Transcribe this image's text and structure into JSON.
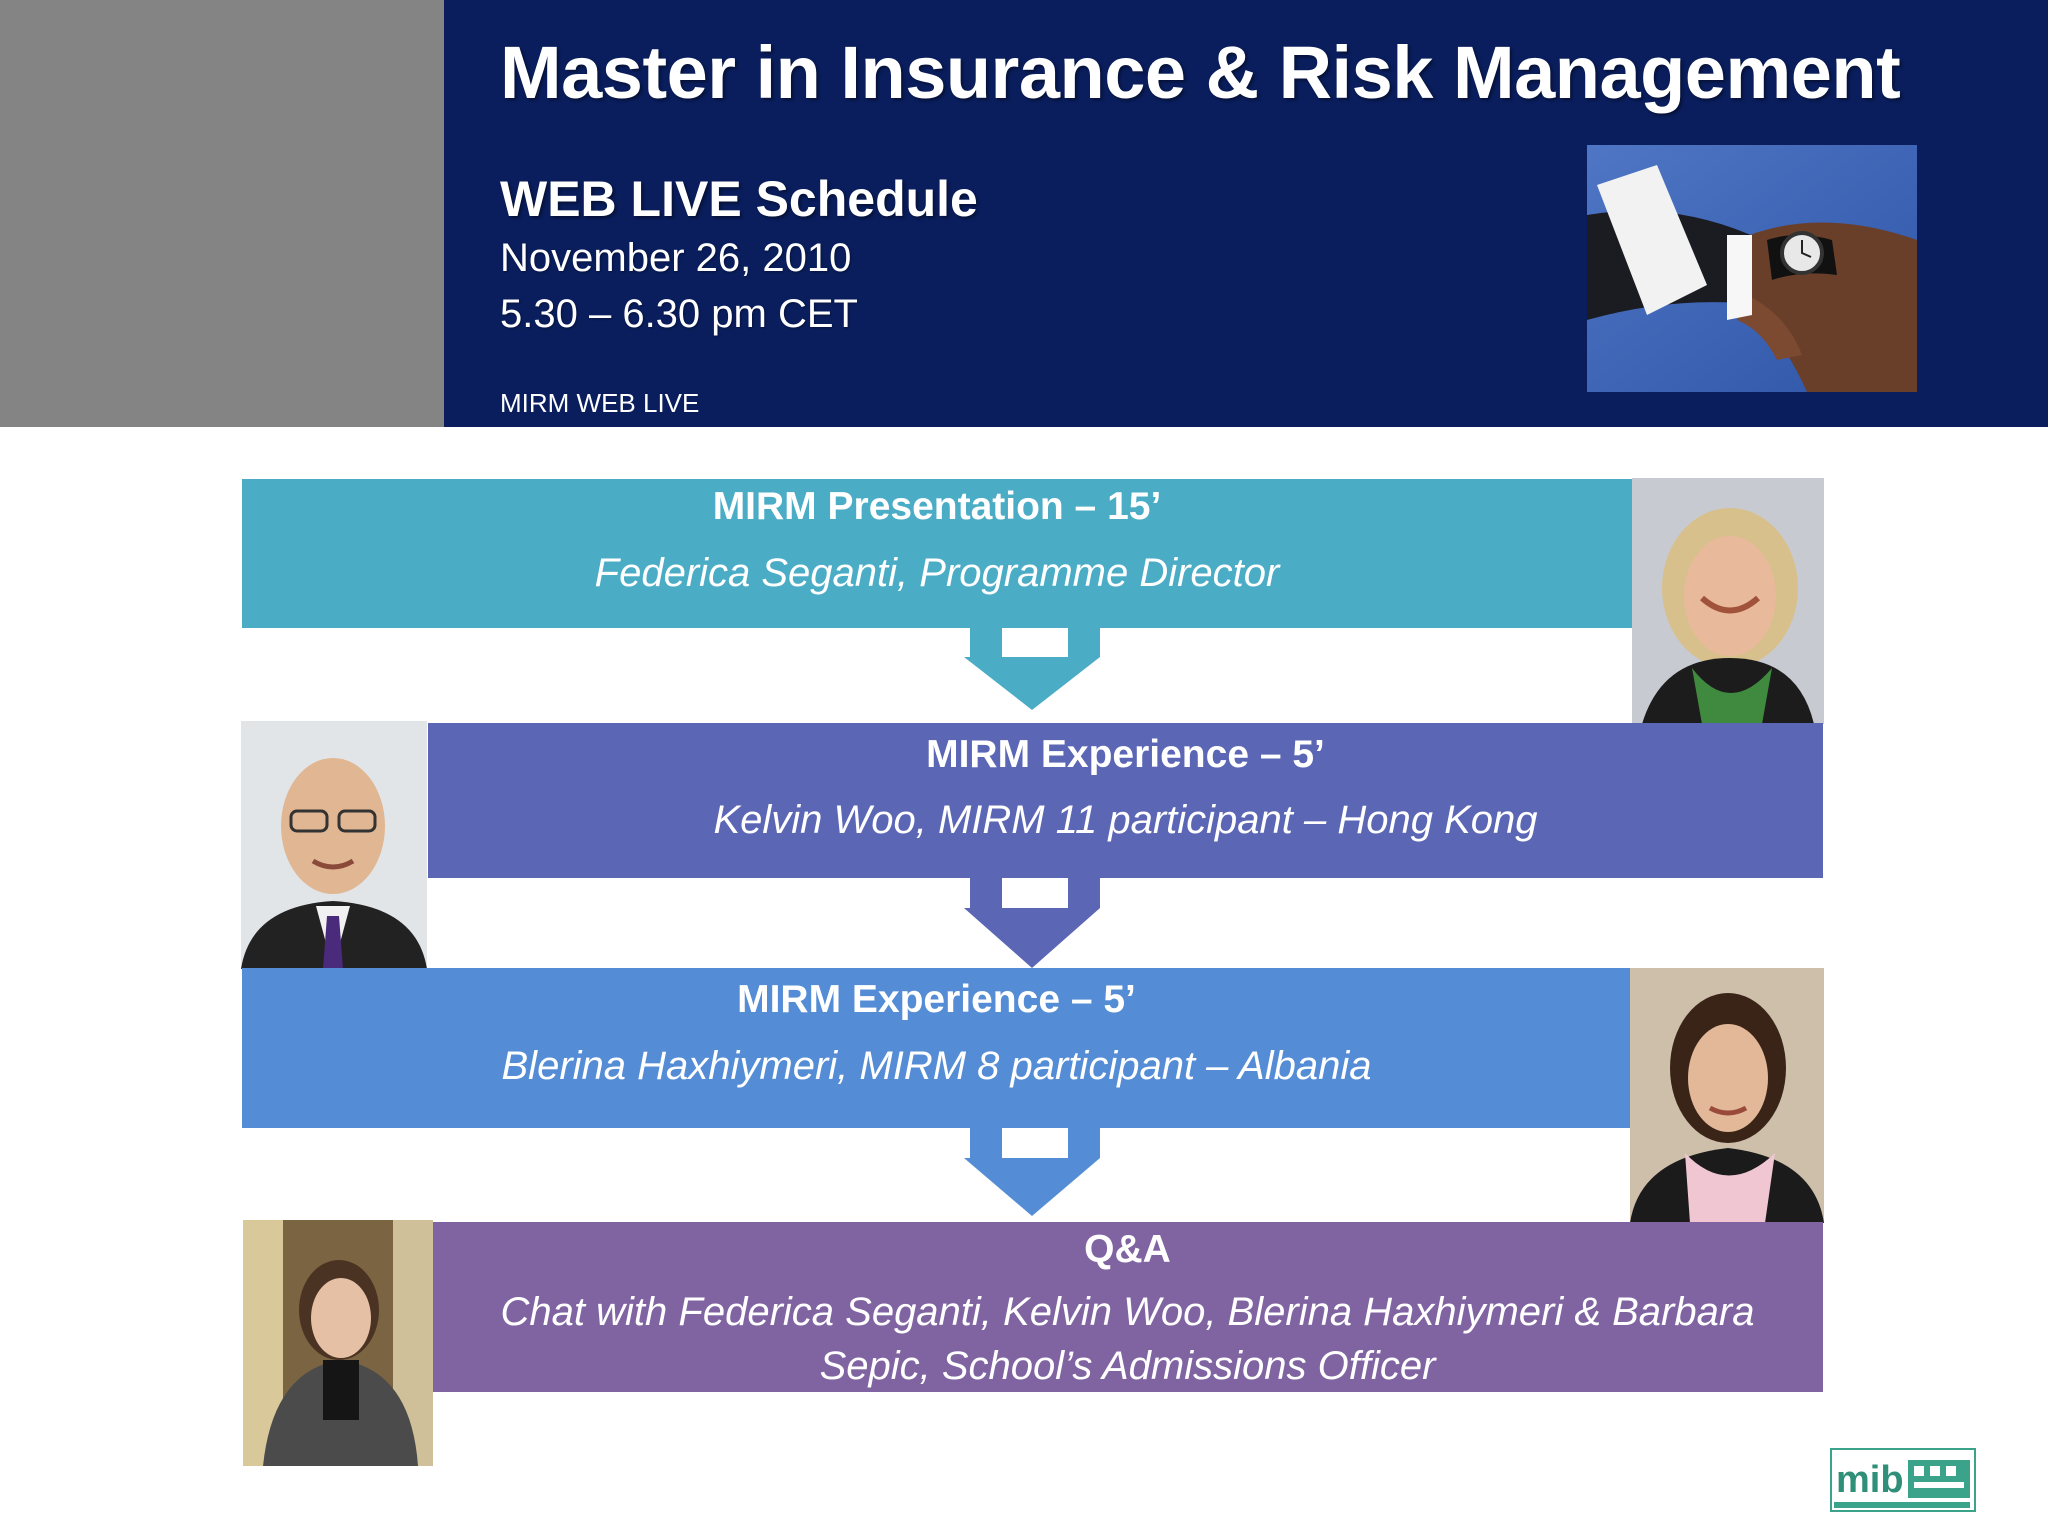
{
  "header": {
    "title": "Master in Insurance & Risk Management",
    "subtitle": "WEB LIVE Schedule",
    "date": "November 26, 2010",
    "time": "5.30 – 6.30 pm CET",
    "footer_label": "MIRM WEB LIVE"
  },
  "schedule": [
    {
      "heading": "MIRM Presentation – 15’",
      "speaker": "Federica Seganti, Programme Director",
      "color": "#4bacc6"
    },
    {
      "heading": "MIRM Experience – 5’",
      "speaker": "Kelvin Woo, MIRM 11 participant – Hong Kong",
      "color": "#5b66b5"
    },
    {
      "heading": "MIRM Experience – 5’",
      "speaker": "Blerina Haxhiymeri, MIRM 8 participant – Albania",
      "color": "#548cd5"
    },
    {
      "heading": "Q&A",
      "speaker_line1": "Chat with Federica Seganti, Kelvin Woo, Blerina Haxhiymeri & Barbara",
      "speaker_line2": "Sepic, School’s Admissions Officer",
      "color": "#8064a2"
    }
  ],
  "logo": {
    "text": "mib"
  },
  "colors": {
    "header_bg": "#0a1e5e",
    "side_block": "#848484"
  }
}
